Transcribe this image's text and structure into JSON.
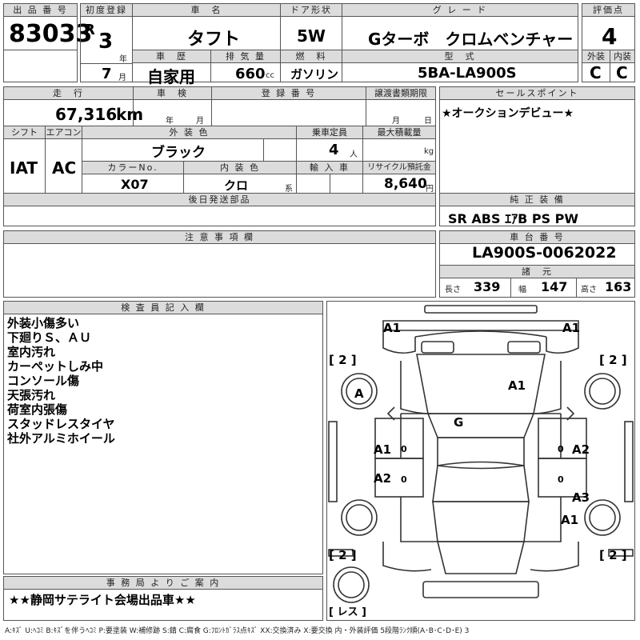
{
  "header": {
    "lot_label": "出 品 番 号",
    "lot_no": "83033",
    "first_reg_label": "初度登録",
    "era": "R",
    "year": "3",
    "year_unit": "年",
    "month": "7",
    "month_unit": "月",
    "car_name_label": "車　名",
    "car_name": "タフト",
    "door_label": "ドア形状",
    "door": "5W",
    "grade_label": "グ レ ー ド",
    "grade": "Gターボ　クロムベンチャー",
    "score_label": "評価点",
    "score": "4",
    "history_label": "車　歴",
    "history": "自家用",
    "displacement_label": "排 気 量",
    "displacement": "660",
    "displacement_unit": "cc",
    "fuel_label": "燃　料",
    "fuel": "ガソリン",
    "model_label": "型　式",
    "model": "5BA-LA900S",
    "exterior_label": "外装",
    "exterior": "C",
    "interior_label": "内装",
    "interior": "C"
  },
  "row2": {
    "mileage_label": "走　行",
    "mileage": "67,316",
    "mileage_unit": "km",
    "inspection_label": "車　検",
    "inspection_year_unit": "年",
    "inspection_month_unit": "月",
    "reg_no_label": "登 録 番 号",
    "transfer_label": "譲渡書類期限",
    "transfer_month_unit": "月",
    "transfer_day_unit": "日",
    "sales_point_label": "セールスポイント",
    "sales_point": "★オークションデビュー★"
  },
  "row3": {
    "shift_label": "シフト",
    "shift": "IAT",
    "ac_label": "エアコン",
    "ac": "AC",
    "ext_color_label": "外 装 色",
    "ext_color": "ブラック",
    "capacity_label": "乗車定員",
    "capacity": "4",
    "capacity_unit": "人",
    "max_load_label": "最大積載量",
    "max_load_unit": "kg",
    "color_no_label": "カラーNo.",
    "color_no": "X07",
    "int_color_label": "内 装 色",
    "int_color": "クロ",
    "int_color_unit": "系",
    "import_label": "輸 入 車",
    "recycle_label": "リサイクル預託金",
    "recycle": "8,640",
    "recycle_unit": "円"
  },
  "parts": {
    "later_parts_label": "後日発送部品",
    "genuine_label": "純 正 装 備",
    "genuine": "SR ABS ｴｱB PS PW",
    "notes_label": "注 意 事 項 欄",
    "chassis_label": "車 台 番 号",
    "chassis": "LA900S-0062022",
    "specs_label": "諸　元",
    "length_label": "長さ",
    "length": "339",
    "width_label": "幅",
    "width": "147",
    "height_label": "高さ",
    "height": "163"
  },
  "inspector": {
    "label": "検 査 員 記 入 欄",
    "lines": [
      "外装小傷多い",
      "下廻りＳ、ＡＵ",
      "室内汚れ",
      "カーペットしみ中",
      "コンソール傷",
      "天張汚れ",
      "荷室内張傷",
      "スタッドレスタイヤ",
      "社外アルミホイール"
    ]
  },
  "office": {
    "label": "事 務 局 よ り ご 案 内",
    "note": "★★静岡サテライト会場出品車★★"
  },
  "diagram": {
    "marks": {
      "front_left": "A1",
      "front_right": "A1",
      "hood": "A1",
      "roof": "G",
      "tire_front_left": "A",
      "left_front_door": "A1",
      "left_rear_door": "A2",
      "right_front_door": "A2",
      "right_rear_door": "A3",
      "right_rear_fender": "A1",
      "tire_fl_bracket": "[ 2 ]",
      "tire_fr_bracket": "[ 2 ]",
      "tire_rl_bracket": "[ 2 ]",
      "tire_rr_bracket": "[ 2 ]",
      "spare_bracket": "[ レス ]",
      "door_handle": "0"
    }
  },
  "legend": "A:ｷｽﾞ U:ﾍｺﾐ B:ｷｽﾞを伴うﾍｺﾐ P:要塗装 W:補修跡 S:錆 C:腐食 G:ﾌﾛﾝﾄｶﾞﾗｽ点ｷｽﾞ XX:交換済み X:要交換 内・外装評価 5段階ﾗﾝｸ順(A･B･C･D･E) 3"
}
